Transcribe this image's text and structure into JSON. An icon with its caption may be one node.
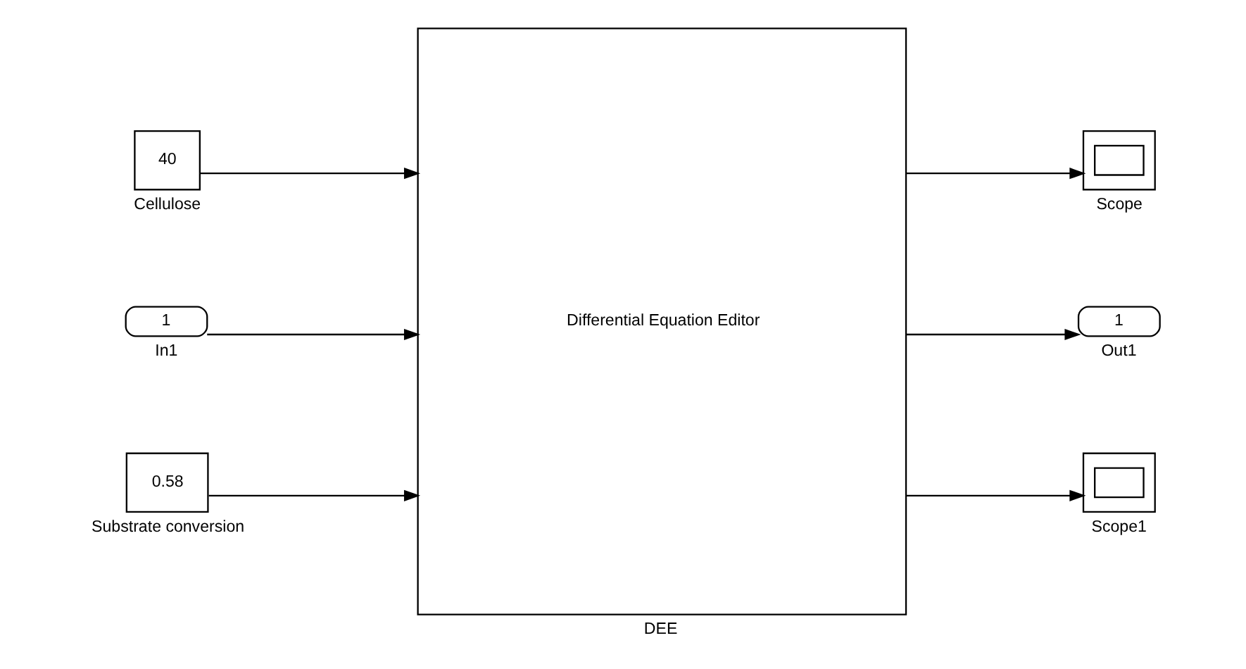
{
  "diagram": {
    "nodes": [
      {
        "text": [
          "40"
        ],
        "beside": [
          "Cellulose"
        ]
      },
      {
        "text": [
          "1"
        ],
        "beside": [
          "In1"
        ]
      },
      {
        "text": [
          "0.58"
        ],
        "beside": [
          "Substrate conversion"
        ]
      },
      {
        "text": [
          "Differential Equation Editor"
        ],
        "beside": [
          "DEE"
        ]
      },
      {
        "text": [],
        "shape": "box",
        "beside": [
          "Scope"
        ]
      },
      {
        "text": [
          "1"
        ],
        "beside": [
          "Out1"
        ]
      },
      {
        "text": [],
        "shape": "box",
        "beside": [
          "Scope1"
        ]
      }
    ],
    "edges": [
      {
        "from": 0,
        "to": 3,
        "arrow": "to"
      },
      {
        "from": 1,
        "to": 3,
        "arrow": "to"
      },
      {
        "from": 2,
        "to": 3,
        "arrow": "to"
      },
      {
        "from": 3,
        "to": 4,
        "arrow": "to"
      },
      {
        "from": 3,
        "to": 5,
        "arrow": "to"
      },
      {
        "from": 3,
        "to": 6,
        "arrow": "to"
      }
    ]
  }
}
